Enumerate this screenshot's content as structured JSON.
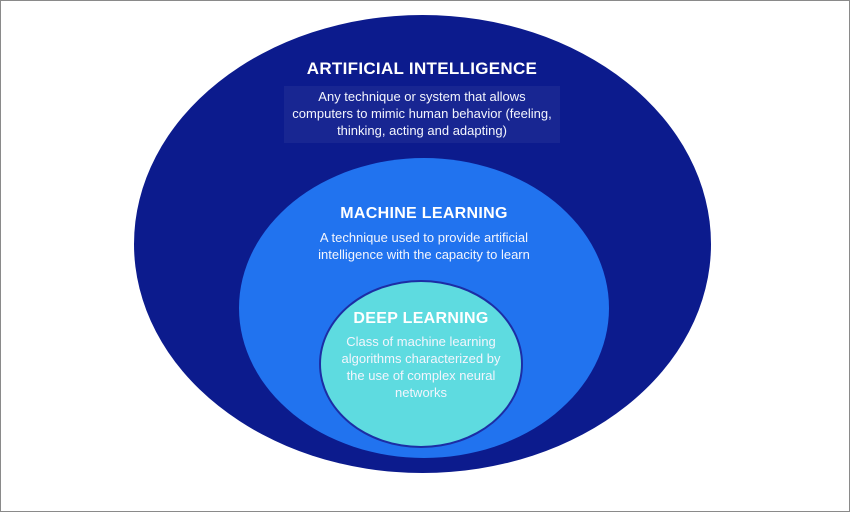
{
  "diagram": {
    "type": "nested-ellipses",
    "description": "Concentric ellipse diagram of AI, Machine Learning and Deep Learning",
    "colors": {
      "outer_fill": "#0c1b8d",
      "middle_fill": "#2173ef",
      "inner_fill": "#5edbe0",
      "inner_outline": "#1c2da5",
      "title_text": "#ffffff",
      "body_text": "#f3f5fd",
      "frame_border": "#8a8a8a",
      "background": "#ffffff"
    },
    "layers": [
      {
        "id": "artificial-intelligence",
        "title": "ARTIFICIAL INTELLIGENCE",
        "description_lines": [
          "Any technique or system that allows",
          "computers to mimic human behavior (feeling,",
          "thinking, acting and adapting)"
        ]
      },
      {
        "id": "machine-learning",
        "title": "MACHINE LEARNING",
        "description_lines": [
          "A technique used to provide artificial",
          "intelligence with the capacity to learn"
        ]
      },
      {
        "id": "deep-learning",
        "title": "DEEP LEARNING",
        "description_lines": [
          "Class of machine learning",
          "algorithms characterized by",
          "the use of complex neural",
          "networks"
        ]
      }
    ]
  }
}
